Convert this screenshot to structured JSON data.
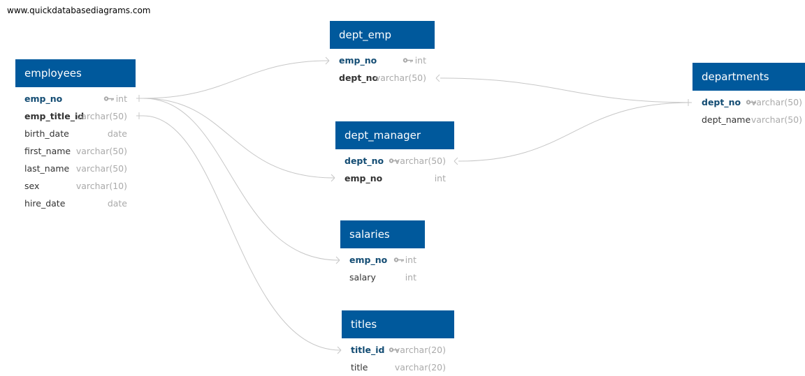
{
  "watermark": "www.quickdatabasediagrams.com",
  "colors": {
    "header": "#00599c",
    "header_text": "#ffffff",
    "pk_text": "#134c73",
    "type_text": "#aaaaaa",
    "link": "#c7c7c7"
  },
  "tables": {
    "employees": {
      "title": "employees",
      "fields": [
        {
          "name": "emp_no",
          "type": "int",
          "kind": "pk"
        },
        {
          "name": "emp_title_id",
          "type": "varchar(50)",
          "kind": "fk"
        },
        {
          "name": "birth_date",
          "type": "date",
          "kind": "plain"
        },
        {
          "name": "first_name",
          "type": "varchar(50)",
          "kind": "plain"
        },
        {
          "name": "last_name",
          "type": "varchar(50)",
          "kind": "plain"
        },
        {
          "name": "sex",
          "type": "varchar(10)",
          "kind": "plain"
        },
        {
          "name": "hire_date",
          "type": "date",
          "kind": "plain"
        }
      ]
    },
    "dept_emp": {
      "title": "dept_emp",
      "fields": [
        {
          "name": "emp_no",
          "type": "int",
          "kind": "pk"
        },
        {
          "name": "dept_no",
          "type": "varchar(50)",
          "kind": "fk"
        }
      ]
    },
    "dept_manager": {
      "title": "dept_manager",
      "fields": [
        {
          "name": "dept_no",
          "type": "varchar(50)",
          "kind": "pk"
        },
        {
          "name": "emp_no",
          "type": "int",
          "kind": "fk"
        }
      ]
    },
    "salaries": {
      "title": "salaries",
      "fields": [
        {
          "name": "emp_no",
          "type": "int",
          "kind": "pk"
        },
        {
          "name": "salary",
          "type": "int",
          "kind": "plain"
        }
      ]
    },
    "titles": {
      "title": "titles",
      "fields": [
        {
          "name": "title_id",
          "type": "varchar(20)",
          "kind": "pk"
        },
        {
          "name": "title",
          "type": "varchar(20)",
          "kind": "plain"
        }
      ]
    },
    "departments": {
      "title": "departments",
      "fields": [
        {
          "name": "dept_no",
          "type": "varchar(50)",
          "kind": "pk"
        },
        {
          "name": "dept_name",
          "type": "varchar(50)",
          "kind": "plain"
        }
      ]
    }
  }
}
